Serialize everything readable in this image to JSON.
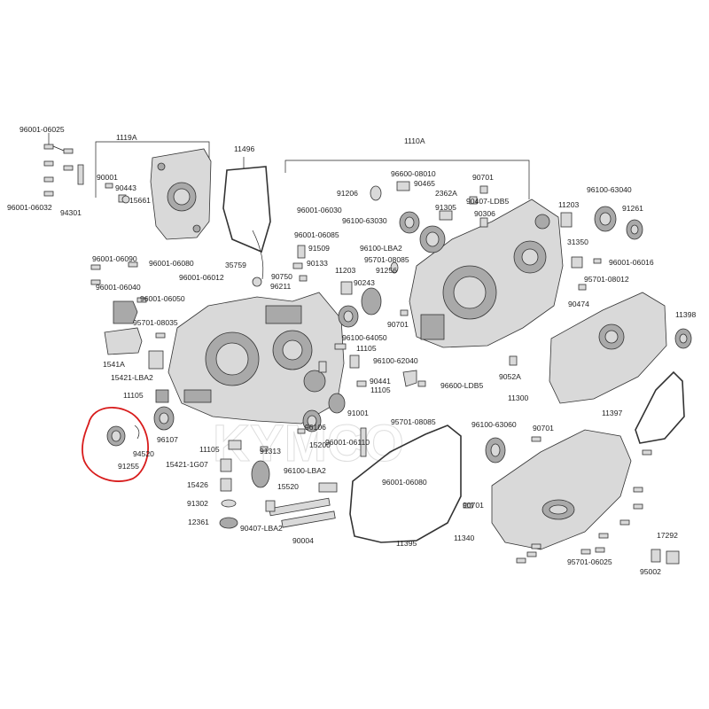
{
  "diagram": {
    "watermark": "KYMCO",
    "highlight_color": "#d81c1c",
    "labels": {
      "l96001_06025a": "96001-06025",
      "l1119A": "1119A",
      "l90001": "90001",
      "l90443": "90443",
      "l15661": "15661",
      "l96001_06032": "96001-06032",
      "l94301": "94301",
      "l11496": "11496",
      "l1110A": "1110A",
      "l96600_08010": "96600-08010",
      "l90701a": "90701",
      "l91206": "91206",
      "l90465": "90465",
      "l2362A": "2362A",
      "l90407_LDB5": "90407-LDB5",
      "l96001_06030": "96001-06030",
      "l91305": "91305",
      "l90306": "90306",
      "l96100_63040": "96100-63040",
      "l11203a": "11203",
      "l91261": "91261",
      "l96100_63030": "96100-63030",
      "l96001_06085": "96001-06085",
      "l91509": "91509",
      "l96100_LBA2a": "96100-LBA2",
      "l31350": "31350",
      "l90133": "90133",
      "l95701_08085": "95701-08085",
      "l96001_06016": "96001-06016",
      "l96001_06090": "96001-06090",
      "l96001_06080": "96001-06080",
      "l35759": "35759",
      "l96001_06012": "96001-06012",
      "l11203b": "11203",
      "l91256": "91256",
      "l90750": "90750",
      "l95701_08012": "95701-08012",
      "l96211": "96211",
      "l90243": "90243",
      "l96001_06040": "96001-06040",
      "l96001_06050": "96001-06050",
      "l90474": "90474",
      "l95701_08035": "95701-08035",
      "l11398": "11398",
      "l90701b": "90701",
      "l96100_64050": "96100-64050",
      "l11105a": "11105",
      "l1541A": "1541A",
      "l96100_62040": "96100-62040",
      "l9052A": "9052A",
      "l15421_LBA2": "15421-LBA2",
      "l90441": "90441",
      "l96600_LDB5": "96600-LDB5",
      "l11105b": "11105",
      "l11105c": "11105",
      "l11300": "11300",
      "l91001": "91001",
      "l11397": "11397",
      "l96106": "96106",
      "l95701_08085b": "95701-08085",
      "l96100_63060": "96100-63060",
      "l90701c": "90701",
      "l96107": "96107",
      "l15200": "15200",
      "l96001_06110": "96001-06110",
      "l94520": "94520",
      "l11105d": "11105",
      "l91313": "91313",
      "l91255": "91255",
      "l15421_1G07": "15421-1G07",
      "l96100_LBA2b": "96100-LBA2",
      "l15426": "15426",
      "l15520": "15520",
      "l96001_06080b": "96001-06080",
      "l91302": "91302",
      "l90701d": "90701",
      "l12361": "12361",
      "l90407_LBA2": "90407-LBA2",
      "l11395": "11395",
      "l11340": "11340",
      "l17292": "17292",
      "l90004": "90004",
      "l95701_06025": "95701-06025",
      "l95002": "95002"
    }
  }
}
